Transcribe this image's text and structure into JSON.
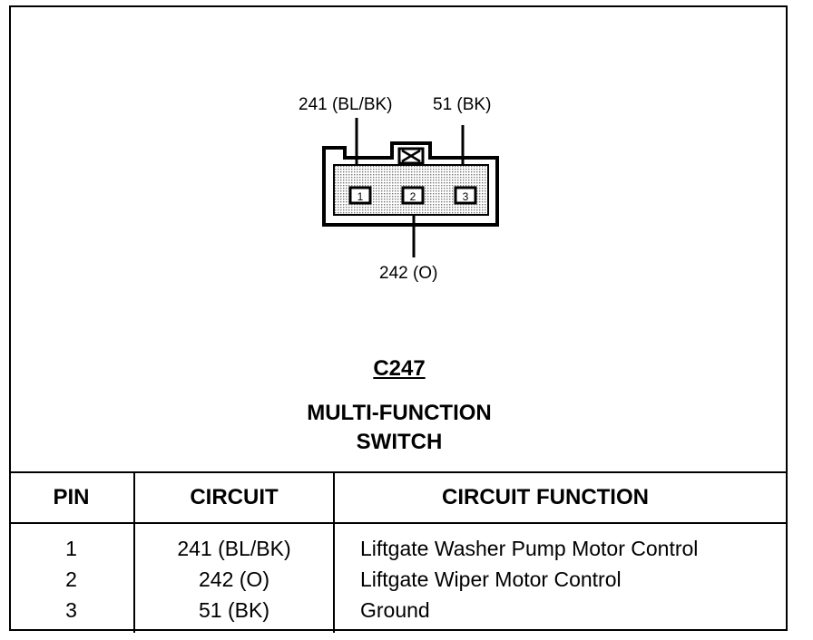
{
  "connector": {
    "wire_labels": {
      "top_left": "241 (BL/BK)",
      "top_right": "51 (BK)",
      "bottom": "242 (O)"
    },
    "pin_numbers": [
      "1",
      "2",
      "3"
    ],
    "id": "C247",
    "title_line1": "MULTI-FUNCTION",
    "title_line2": "SWITCH"
  },
  "table": {
    "headers": {
      "pin": "PIN",
      "circuit": "CIRCUIT",
      "function": "CIRCUIT FUNCTION"
    },
    "rows": [
      {
        "pin": "1",
        "circuit": "241 (BL/BK)",
        "function": "Liftgate Washer Pump Motor Control"
      },
      {
        "pin": "2",
        "circuit": "242 (O)",
        "function": "Liftgate Wiper Motor Control"
      },
      {
        "pin": "3",
        "circuit": "51 (BK)",
        "function": "Ground"
      }
    ]
  },
  "colors": {
    "ink": "#000000",
    "connector_fill": "#d6d6d6",
    "background": "#ffffff"
  }
}
